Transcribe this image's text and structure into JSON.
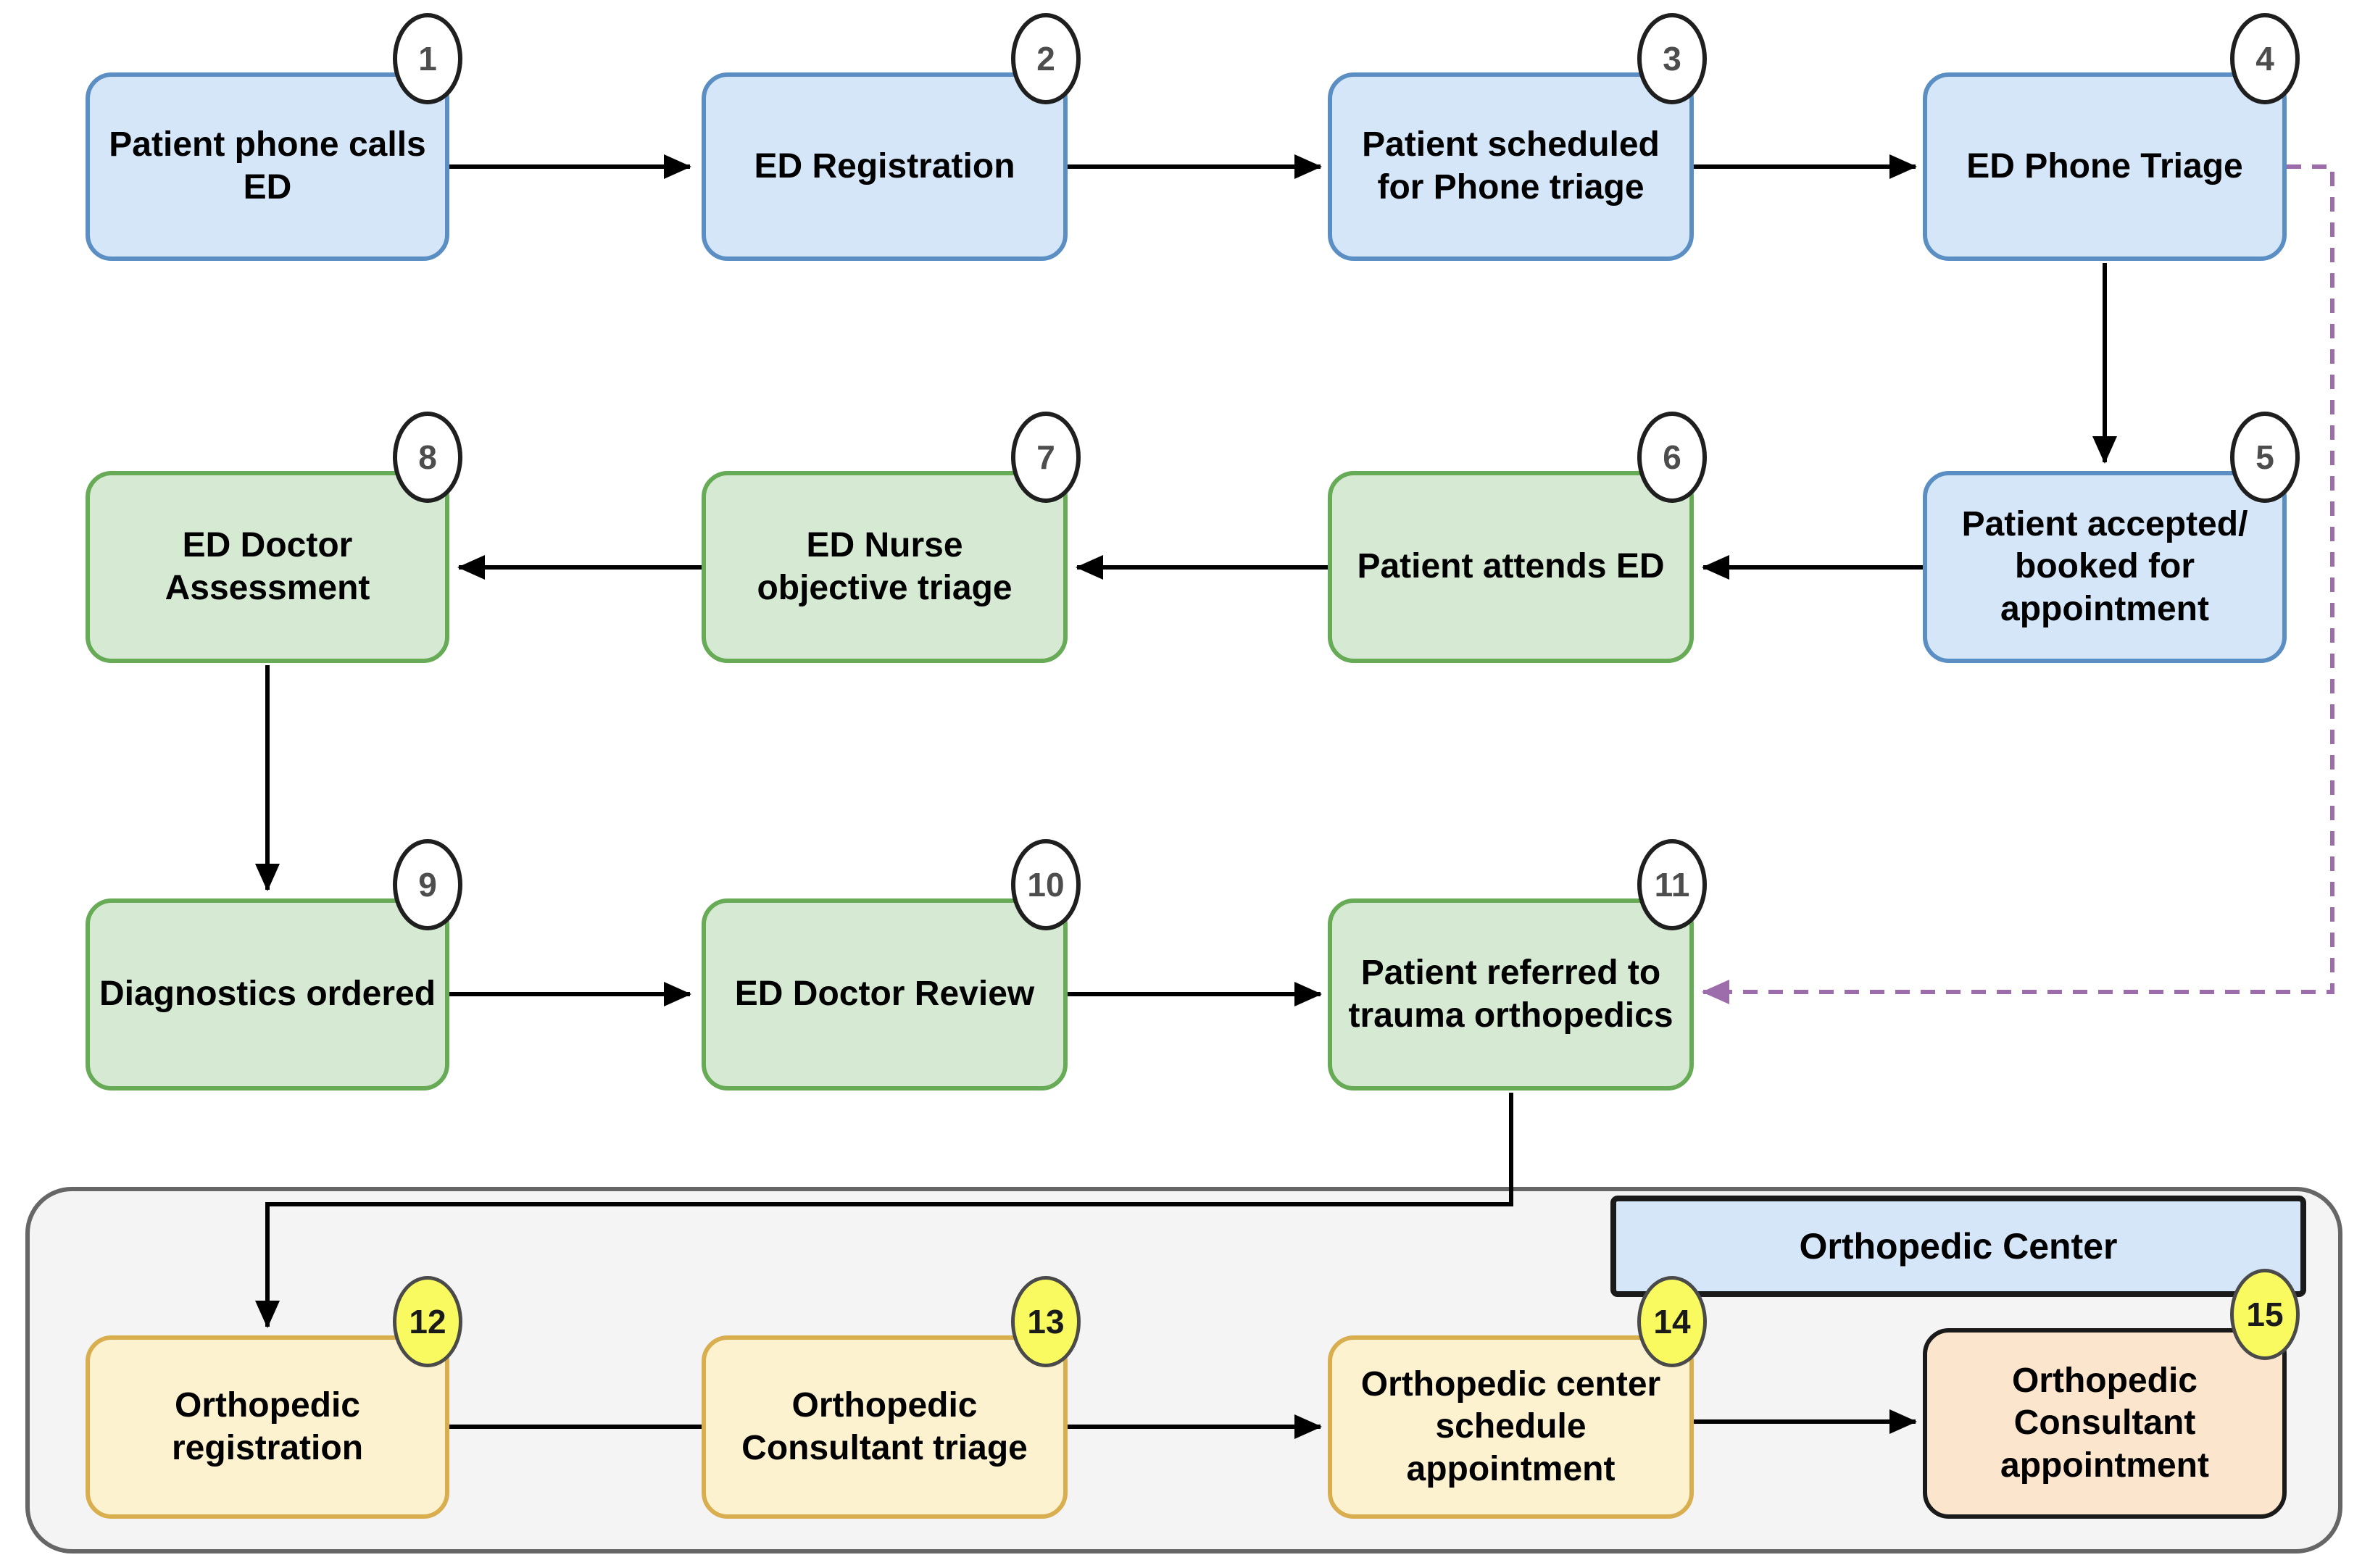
{
  "container": {
    "label": "Orthopedic Center"
  },
  "nodes": [
    {
      "step": "1",
      "label": "Patient phone calls\nED",
      "fill": "blue",
      "badge": "white"
    },
    {
      "step": "2",
      "label": "ED Registration",
      "fill": "blue",
      "badge": "white"
    },
    {
      "step": "3",
      "label": "Patient scheduled\nfor Phone triage",
      "fill": "blue",
      "badge": "white"
    },
    {
      "step": "4",
      "label": "ED Phone Triage",
      "fill": "blue",
      "badge": "white"
    },
    {
      "step": "5",
      "label": "Patient accepted/\nbooked for\nappointment",
      "fill": "blue",
      "badge": "white"
    },
    {
      "step": "6",
      "label": "Patient attends ED",
      "fill": "green",
      "badge": "white"
    },
    {
      "step": "7",
      "label": "ED Nurse\nobjective triage",
      "fill": "green",
      "badge": "white"
    },
    {
      "step": "8",
      "label": "ED Doctor\nAssessment",
      "fill": "green",
      "badge": "white"
    },
    {
      "step": "9",
      "label": "Diagnostics ordered",
      "fill": "green",
      "badge": "white"
    },
    {
      "step": "10",
      "label": "ED Doctor Review",
      "fill": "green",
      "badge": "white"
    },
    {
      "step": "11",
      "label": "Patient referred to\ntrauma orthopedics",
      "fill": "green",
      "badge": "white"
    },
    {
      "step": "12",
      "label": "Orthopedic\nregistration",
      "fill": "cream",
      "badge": "yellow"
    },
    {
      "step": "13",
      "label": "Orthopedic\nConsultant triage",
      "fill": "cream",
      "badge": "yellow"
    },
    {
      "step": "14",
      "label": "Orthopedic center\nschedule\nappointment",
      "fill": "cream",
      "badge": "yellow"
    },
    {
      "step": "15",
      "label": "Orthopedic\nConsultant\nappointment",
      "fill": "peach",
      "badge": "yellow"
    }
  ],
  "edges": [
    {
      "from": 1,
      "to": 2,
      "style": "solid",
      "arrow": true
    },
    {
      "from": 2,
      "to": 3,
      "style": "solid",
      "arrow": true
    },
    {
      "from": 3,
      "to": 4,
      "style": "solid",
      "arrow": true
    },
    {
      "from": 4,
      "to": 5,
      "style": "solid",
      "arrow": true
    },
    {
      "from": 5,
      "to": 6,
      "style": "solid",
      "arrow": true
    },
    {
      "from": 6,
      "to": 7,
      "style": "solid",
      "arrow": true
    },
    {
      "from": 7,
      "to": 8,
      "style": "solid",
      "arrow": true
    },
    {
      "from": 8,
      "to": 9,
      "style": "solid",
      "arrow": true
    },
    {
      "from": 9,
      "to": 10,
      "style": "solid",
      "arrow": true
    },
    {
      "from": 10,
      "to": 11,
      "style": "solid",
      "arrow": true
    },
    {
      "from": 11,
      "to": 12,
      "style": "solid",
      "arrow": true
    },
    {
      "from": 12,
      "to": 13,
      "style": "solid",
      "arrow": false
    },
    {
      "from": 13,
      "to": 14,
      "style": "solid",
      "arrow": true
    },
    {
      "from": 14,
      "to": 15,
      "style": "solid",
      "arrow": true
    },
    {
      "from": 4,
      "to": 11,
      "style": "dashed",
      "arrow": true
    }
  ],
  "colors": {
    "node_blue_fill": "#d4e6f8",
    "node_blue_stroke": "#5b8fc4",
    "node_green_fill": "#d6e9d3",
    "node_green_stroke": "#67ab56",
    "node_cream_fill": "#fdf2d0",
    "node_cream_stroke": "#d9ae4e",
    "node_peach_fill": "#fce5cd",
    "node_peach_stroke": "#1a1a1a",
    "badge_white_fill": "#ffffff",
    "badge_yellow_fill": "#f9fa5f",
    "edge_solid": "#000000",
    "edge_dashed": "#9d6cab",
    "container_fill": "#f4f4f5",
    "container_stroke": "#666666",
    "container_label_fill": "#d4e6f8"
  }
}
